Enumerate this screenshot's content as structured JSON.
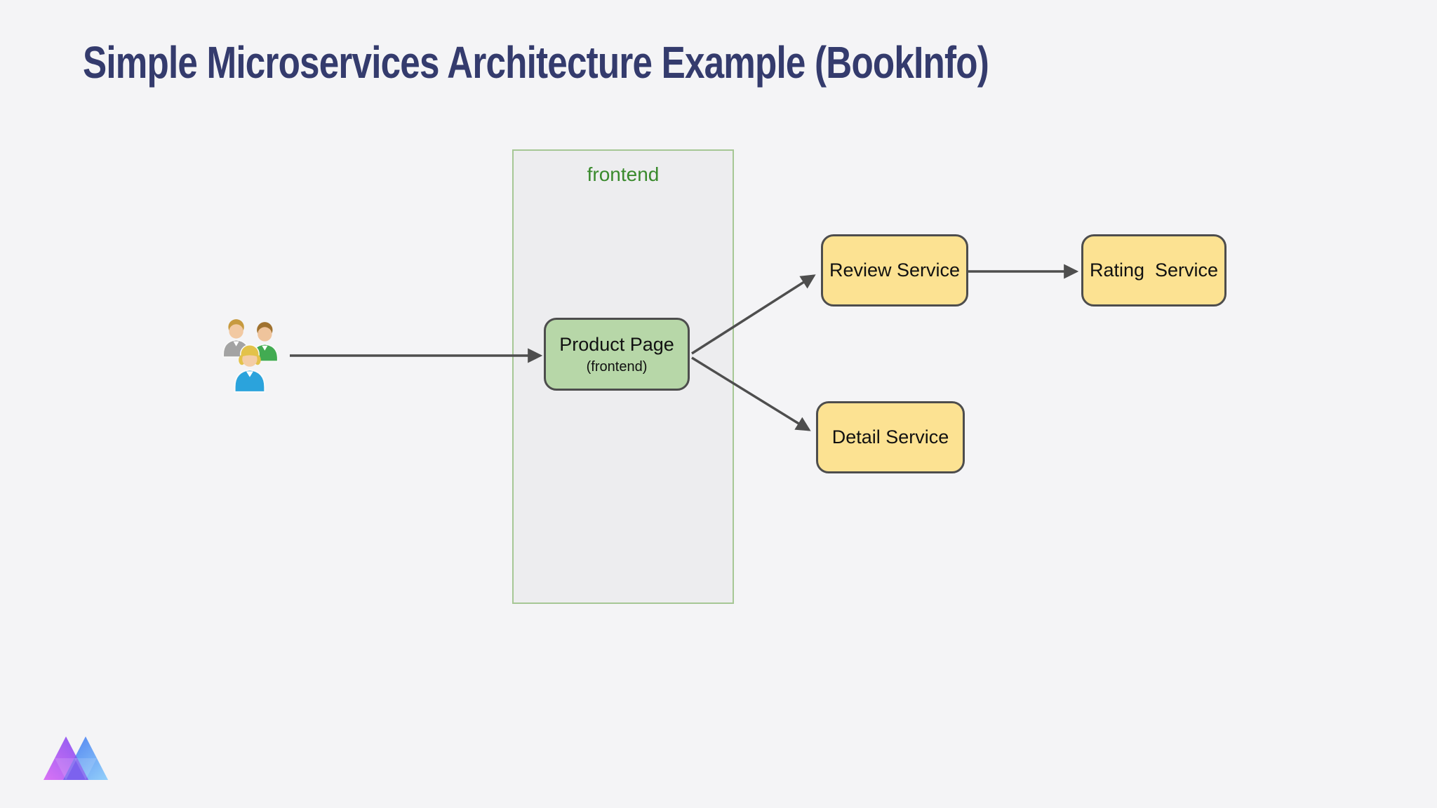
{
  "page": {
    "title": "Simple Microservices Architecture Example (BookInfo)",
    "background_color": "#f4f4f6",
    "title_color": "#343b6d"
  },
  "diagram": {
    "cluster": {
      "label": "frontend",
      "label_color": "#3a8a2d",
      "border_color": "#a6c795",
      "fill_color": "#ededef"
    },
    "nodes": {
      "users": {
        "icon": "users-clipart-icon"
      },
      "product_page": {
        "title": "Product Page",
        "subtitle": "(frontend)",
        "fill_color": "#b7d7a8"
      },
      "review_service": {
        "label": "Review Service",
        "fill_color": "#fce292"
      },
      "rating_service": {
        "label": "Rating  Service",
        "fill_color": "#fce292"
      },
      "detail_service": {
        "label": "Detail Service",
        "fill_color": "#fce292"
      }
    },
    "node_border_color": "#4d4d4d",
    "edge_color": "#4e4e4e",
    "edges": [
      {
        "from": "users",
        "to": "product_page"
      },
      {
        "from": "product_page",
        "to": "review_service"
      },
      {
        "from": "product_page",
        "to": "detail_service"
      },
      {
        "from": "review_service",
        "to": "rating_service"
      }
    ]
  },
  "branding": {
    "logo": "mermaid-chart-logo"
  }
}
